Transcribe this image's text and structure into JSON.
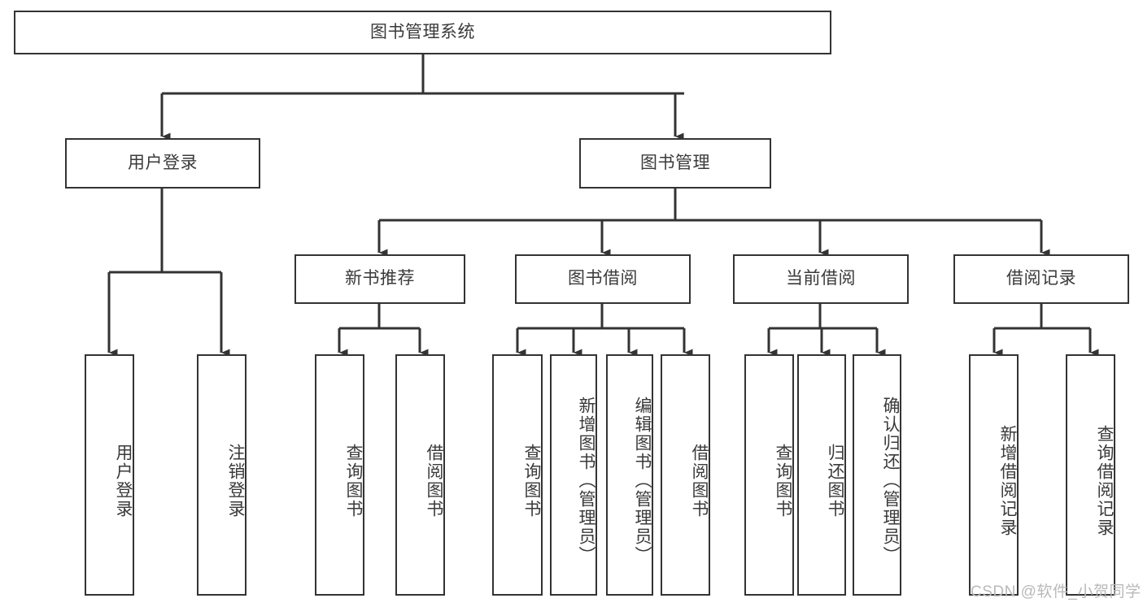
{
  "diagram": {
    "type": "tree-hierarchy",
    "title": "图书管理系统",
    "orientation": "top-down",
    "colors": {
      "box_border": "#333333",
      "box_fill": "#ffffff",
      "text": "#3a3a3a",
      "connector": "#333333",
      "watermark": "#b9b9b9"
    },
    "nodes": {
      "root": {
        "label": "图书管理系统",
        "level": 1
      },
      "user_login": {
        "label": "用户登录",
        "level": 2
      },
      "book_manage": {
        "label": "图书管理",
        "level": 2
      },
      "new_book_rec": {
        "label": "新书推荐",
        "level": 3
      },
      "book_borrow": {
        "label": "图书借阅",
        "level": 3
      },
      "current_borrow": {
        "label": "当前借阅",
        "level": 3
      },
      "borrow_record": {
        "label": "借阅记录",
        "level": 3
      },
      "leaf_user_login": {
        "label": "用户登录",
        "level": 3
      },
      "leaf_logout": {
        "label": "注销登录",
        "level": 3
      },
      "leaf_query_book_1": {
        "label": "查询图书",
        "level": 4
      },
      "leaf_borrow_book_1": {
        "label": "借阅图书",
        "level": 4
      },
      "leaf_query_book_2": {
        "label": "查询图书",
        "level": 4
      },
      "leaf_add_book": {
        "label": "新增图书（管理员）",
        "level": 4
      },
      "leaf_edit_book": {
        "label": "编辑图书（管理员）",
        "level": 4
      },
      "leaf_borrow_book_2": {
        "label": "借阅图书",
        "level": 4
      },
      "leaf_query_book_3": {
        "label": "查询图书",
        "level": 4
      },
      "leaf_return_book": {
        "label": "归还图书",
        "level": 4
      },
      "leaf_confirm_return": {
        "label": "确认归还（管理员）",
        "level": 4
      },
      "leaf_add_record": {
        "label": "新增借阅记录",
        "level": 4
      },
      "leaf_query_record": {
        "label": "查询借阅记录",
        "level": 4
      }
    },
    "edges": [
      {
        "from": "root",
        "to": "user_login"
      },
      {
        "from": "root",
        "to": "book_manage"
      },
      {
        "from": "user_login",
        "to": "leaf_user_login"
      },
      {
        "from": "user_login",
        "to": "leaf_logout"
      },
      {
        "from": "book_manage",
        "to": "new_book_rec"
      },
      {
        "from": "book_manage",
        "to": "book_borrow"
      },
      {
        "from": "book_manage",
        "to": "current_borrow"
      },
      {
        "from": "book_manage",
        "to": "borrow_record"
      },
      {
        "from": "new_book_rec",
        "to": "leaf_query_book_1"
      },
      {
        "from": "new_book_rec",
        "to": "leaf_borrow_book_1"
      },
      {
        "from": "book_borrow",
        "to": "leaf_query_book_2"
      },
      {
        "from": "book_borrow",
        "to": "leaf_add_book"
      },
      {
        "from": "book_borrow",
        "to": "leaf_edit_book"
      },
      {
        "from": "book_borrow",
        "to": "leaf_borrow_book_2"
      },
      {
        "from": "current_borrow",
        "to": "leaf_query_book_3"
      },
      {
        "from": "current_borrow",
        "to": "leaf_return_book"
      },
      {
        "from": "current_borrow",
        "to": "leaf_confirm_return"
      },
      {
        "from": "borrow_record",
        "to": "leaf_add_record"
      },
      {
        "from": "borrow_record",
        "to": "leaf_query_record"
      }
    ]
  },
  "watermark": {
    "text": "CSDN @软件_小贺同学"
  }
}
